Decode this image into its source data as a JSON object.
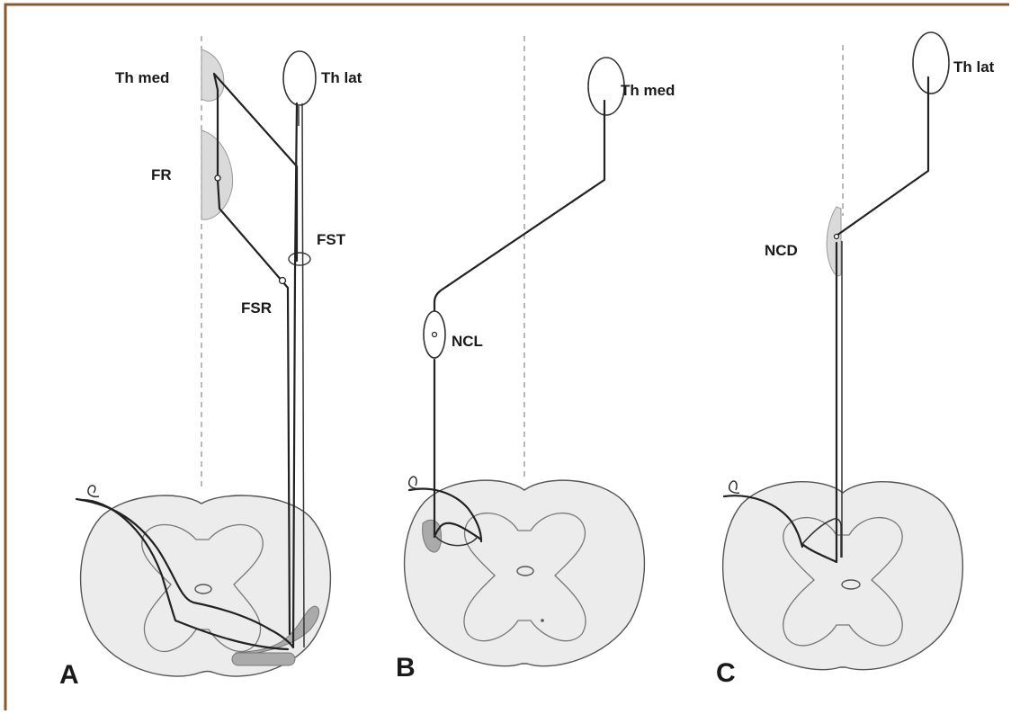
{
  "border_color": "#8b5a2b",
  "panel_a": {
    "letter": "A",
    "th_med": "Th med",
    "th_lat": "Th lat",
    "fr": "FR",
    "fst": "FST",
    "fsr": "FSR"
  },
  "panel_b": {
    "letter": "B",
    "th_med": "Th med",
    "ncl": "NCL"
  },
  "panel_c": {
    "letter": "C",
    "th_lat": "Th lat",
    "ncd": "NCD"
  }
}
